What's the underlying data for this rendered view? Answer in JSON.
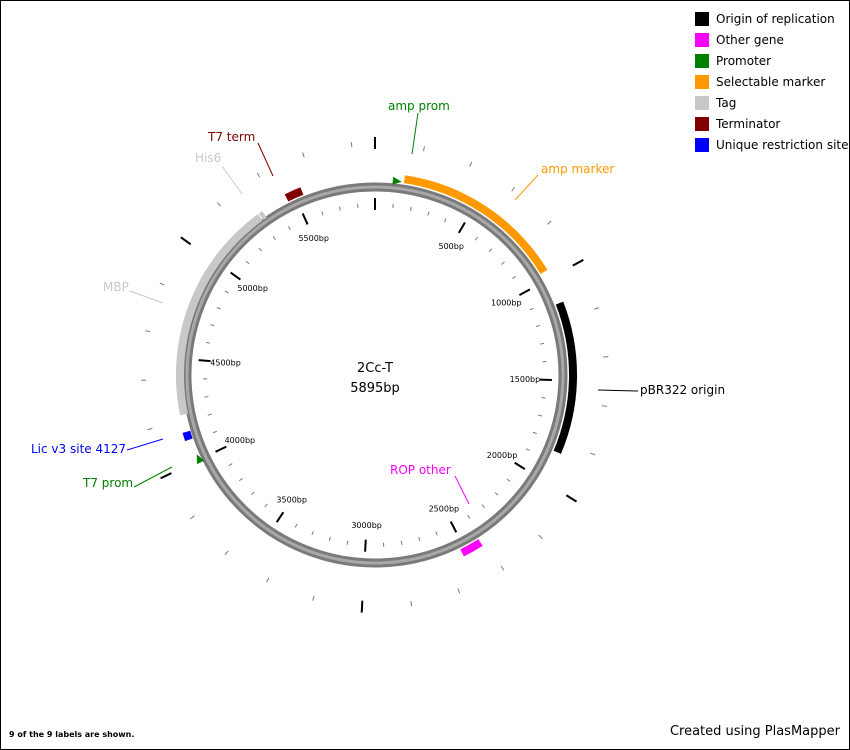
{
  "plasmid": {
    "name": "2Cc-T",
    "size_label": "5895bp",
    "length": 5895
  },
  "legend": [
    {
      "label": "Origin of replication",
      "color": "#000000"
    },
    {
      "label": "Other gene",
      "color": "#ff00ff"
    },
    {
      "label": "Promoter",
      "color": "#008000"
    },
    {
      "label": "Selectable marker",
      "color": "#ff9900"
    },
    {
      "label": "Tag",
      "color": "#c8c8c8"
    },
    {
      "label": "Terminator",
      "color": "#800000"
    },
    {
      "label": "Unique restriction site",
      "color": "#0000ff"
    }
  ],
  "features": [
    {
      "label": "amp marker",
      "type": "arc",
      "start": 140,
      "end": 960,
      "track": "outer",
      "color": "#ff9900",
      "label_color": "#ff9900"
    },
    {
      "label": "pBR322 origin",
      "type": "arc",
      "start": 1125,
      "end": 1850,
      "track": "outer",
      "color": "#000000",
      "label_color": "#000000"
    },
    {
      "label": "ROP other",
      "type": "arc",
      "start": 2420,
      "end": 2520,
      "track": "outer",
      "color": "#ff00ff",
      "label_color": "#ff00ff"
    },
    {
      "label": "MBP",
      "type": "arc",
      "start": 4230,
      "end": 5305,
      "track": "inner",
      "color": "#c8c8c8",
      "label_color": "#c8c8c8"
    },
    {
      "label": "His6",
      "type": "arc",
      "start": 5310,
      "end": 5330,
      "track": "inner",
      "color": "#c8c8c8",
      "label_color": "#c8c8c8"
    },
    {
      "label": "T7 term",
      "type": "arc",
      "start": 5460,
      "end": 5540,
      "track": "outer",
      "color": "#800000",
      "label_color": "#800000"
    },
    {
      "label": "amp prom",
      "type": "pointer",
      "pos": 100,
      "color": "#008000",
      "label_color": "#008000"
    },
    {
      "label": "T7 prom",
      "type": "pointer",
      "pos": 4000,
      "color": "#008000",
      "label_color": "#008000"
    },
    {
      "label": "Lic v3 site 4127",
      "type": "site",
      "pos": 4127,
      "color": "#0000ff",
      "label_color": "#0000ff"
    }
  ],
  "scale_labels": [
    "500bp",
    "1000bp",
    "1500bp",
    "2000bp",
    "2500bp",
    "3000bp",
    "3500bp",
    "4000bp",
    "4500bp",
    "5000bp",
    "5500bp"
  ],
  "footer": {
    "labels_shown": "9 of the 9 labels are shown.",
    "credit": "Created using PlasMapper"
  }
}
